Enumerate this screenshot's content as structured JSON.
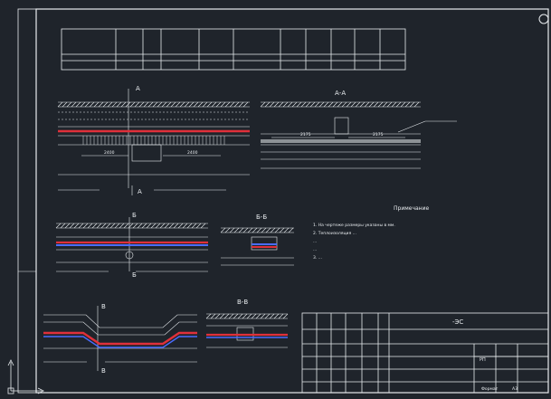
{
  "app": {
    "viewport": "CAD drawing sheet"
  },
  "colors": {
    "background": "#1f242b",
    "line": "#e8ecef",
    "accent_red": "#e0303a",
    "accent_blue": "#4a6cff",
    "grid": "#3a4048"
  },
  "sheet": {
    "top_table": {
      "row_headers": [
        "",
        "",
        "",
        "",
        "",
        "",
        "",
        ""
      ]
    },
    "sections": {
      "plan_title": "",
      "aa_label": "А-А",
      "water_title": "",
      "bb_label": "Б-Б",
      "slope_title": "",
      "vv_label": "В-В",
      "arrow_a": "А",
      "arrow_b": "Б",
      "arrow_v": "В"
    },
    "notes": {
      "title": "Примечание",
      "lines": [
        "1. На чертеже размеры указаны в мм.",
        "2. Теплоизоляция ...",
        "...",
        "...",
        "3. ..."
      ]
    },
    "dimensions": [
      "2175",
      "2175",
      "2400",
      "2400"
    ],
    "title_block": {
      "code": "-ЭС",
      "description": "",
      "stage": "РП",
      "sheet_label": "Формат",
      "format": "А3"
    }
  }
}
